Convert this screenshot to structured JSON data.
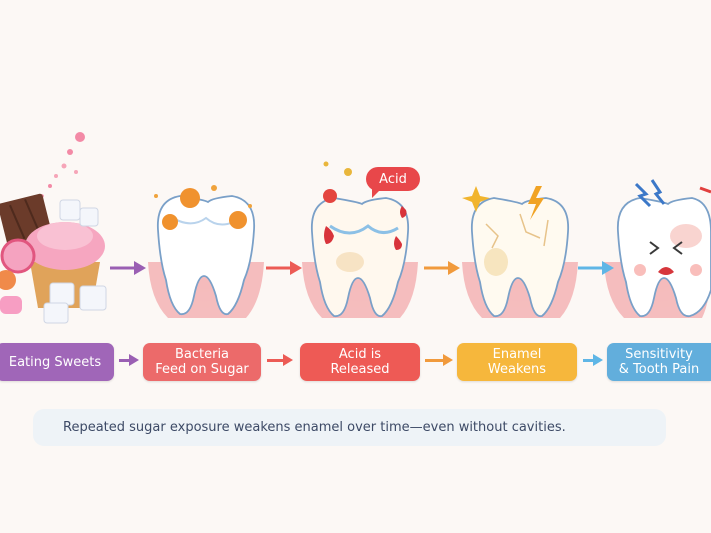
{
  "stages": [
    {
      "label": "Eating Sweets",
      "color": "#a066b8"
    },
    {
      "label": "Bacteria\nFeed on Sugar",
      "color": "#ec6a6a"
    },
    {
      "label": "Acid is\nReleased",
      "color": "#ee5a55"
    },
    {
      "label": "Enamel\nWeakens",
      "color": "#f6b73c"
    },
    {
      "label": "Sensitivity\n& Tooth Pain",
      "color": "#62aedc"
    }
  ],
  "acid_tag": "Acid",
  "caption": "Repeated sugar exposure weakens enamel over time—even without cavities.",
  "colors": {
    "arrow_purple": "#9a5fb3",
    "arrow_red": "#ec5b55",
    "arrow_orange": "#f19a3c",
    "arrow_blue": "#5fb6e6",
    "gum": "#f3b3b4",
    "tooth": "#ffffff"
  }
}
